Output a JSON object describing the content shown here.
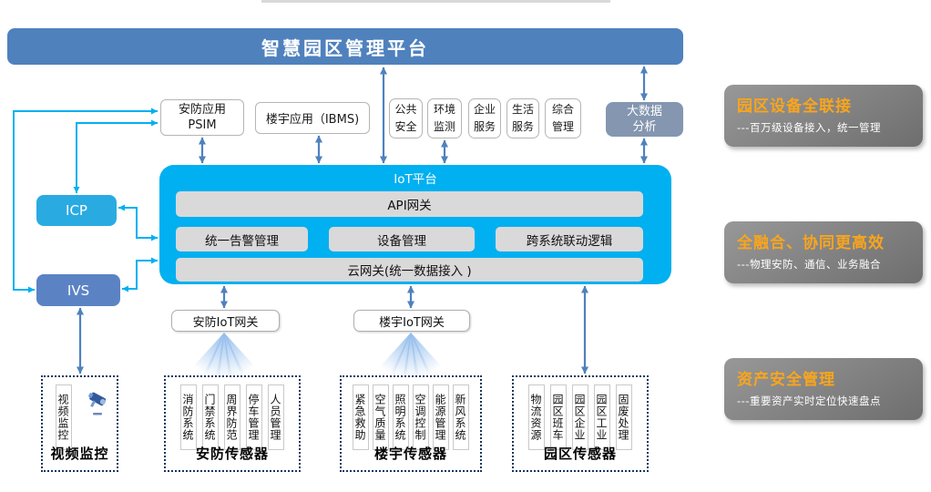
{
  "banner": {
    "title": "智慧园区管理平台"
  },
  "apps": {
    "psim": {
      "line1": "安防应用",
      "line2": "PSIM"
    },
    "ibms": {
      "label": "楼宇应用（IBMS)"
    },
    "services": [
      {
        "line1": "公共",
        "line2": "安全"
      },
      {
        "line1": "环境",
        "line2": "监测"
      },
      {
        "line1": "企业",
        "line2": "服务"
      },
      {
        "line1": "生活",
        "line2": "服务"
      },
      {
        "line1": "综合",
        "line2": "管理"
      }
    ],
    "big_data": {
      "line1": "大数据",
      "line2": "分析"
    }
  },
  "iot_platform": {
    "title": "IoT平台",
    "api_gateway": "API网关",
    "modules": [
      "统一告警管理",
      "设备管理",
      "跨系统联动逻辑"
    ],
    "cloud_gateway": "云网关(统一数据接入 )"
  },
  "left_nodes": {
    "icp": "ICP",
    "ivs": "IVS"
  },
  "gateways": {
    "security": "安防IoT网关",
    "building": "楼宇IoT网关"
  },
  "sensor_groups": {
    "video": {
      "columns": [
        "视频监控"
      ],
      "label": "视频监控"
    },
    "security": {
      "columns": [
        "消防系统",
        "门禁系统",
        "周界防范",
        "停车管理",
        "人员管理"
      ],
      "label": "安防传感器"
    },
    "building": {
      "columns": [
        "紧急救助",
        "空气质量",
        "照明系统",
        "空调控制",
        "能源管理",
        "新风系统"
      ],
      "label": "楼宇传感器"
    },
    "park": {
      "columns": [
        "物流资源",
        "园区班车",
        "园区企业",
        "园区工业",
        "固废处理"
      ],
      "label": "园区传感器"
    }
  },
  "benefits": [
    {
      "title": "园区设备全联接",
      "desc": "---百万级设备接入，统一管理"
    },
    {
      "title": "全融合、协同更高效",
      "desc": "---物理安防、通信、业务融合"
    },
    {
      "title": "资产安全管理",
      "desc": "---重要资产实时定位快速盘点"
    }
  ],
  "colors": {
    "banner_blue": "#4f81bd",
    "platform_cyan": "#00b0f0",
    "icp_cyan": "#29abe2",
    "ivs_blue": "#5b83c4",
    "bigdata_slate": "#8496b0",
    "module_gray": "#d9d9d9",
    "benefit_gray": "#7f7f7f",
    "benefit_title_orange": "#f9a51c",
    "arrow_blue": "#4f81bd",
    "arrow_cyan": "#00b0f0",
    "dashed_border_navy": "#17375e"
  }
}
